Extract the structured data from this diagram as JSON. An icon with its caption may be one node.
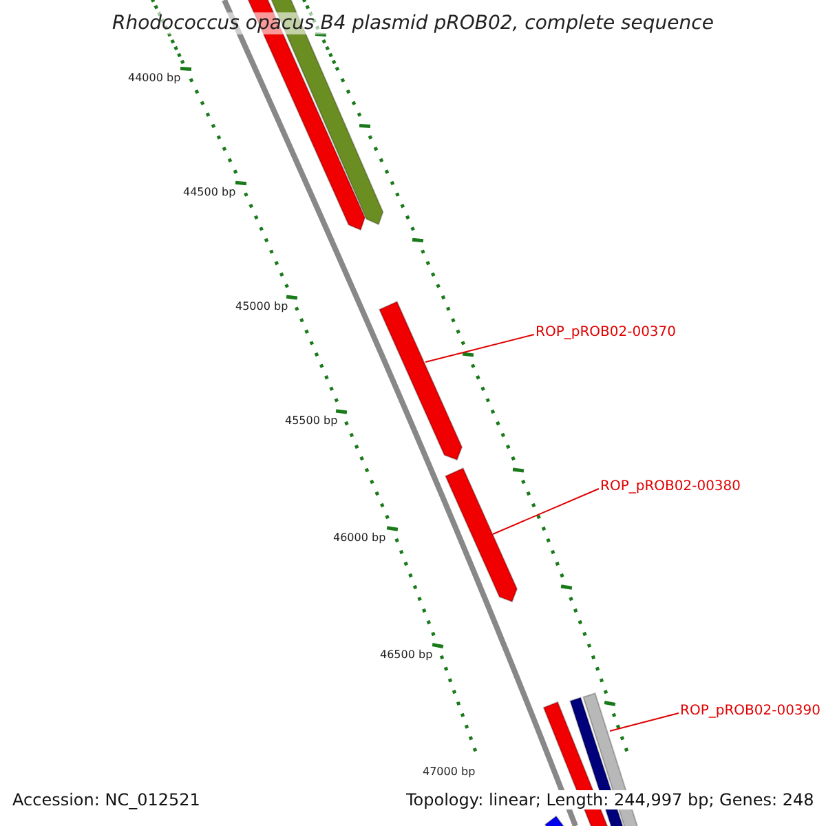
{
  "diagram": {
    "title": "Rhodococcus opacus B4 plasmid pROB02, complete sequence",
    "nodes": [
      {
        "text": [
          "ROP_pROB02-00370"
        ]
      },
      {
        "text": [],
        "shape": "bar"
      },
      {
        "text": [
          "ROP_pROB02-00380"
        ]
      },
      {
        "text": [],
        "shape": "bar"
      },
      {
        "text": [
          "ROP_pROB02-00390"
        ]
      },
      {
        "text": [],
        "shape": "bar"
      }
    ],
    "edges": [
      {
        "from": 0,
        "to": 1,
        "arrow": "none"
      },
      {
        "from": 2,
        "to": 3,
        "arrow": "none"
      },
      {
        "from": 4,
        "to": 5,
        "arrow": "none"
      }
    ],
    "labels": [
      "44000 bp",
      "44500 bp",
      "45000 bp",
      "45500 bp",
      "46000 bp",
      "46500 bp",
      "47000 bp",
      "Accession: NC_012521",
      "Topology: linear; Length: 244,997 bp; Genes: 248"
    ]
  }
}
